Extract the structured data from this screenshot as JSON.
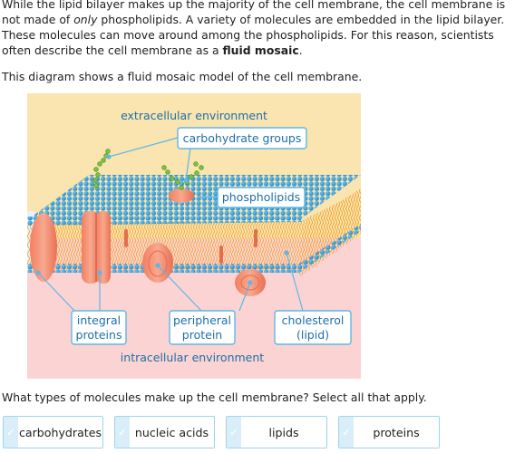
{
  "intro": {
    "p1_a": "While the lipid bilayer makes up the majority of the cell membrane, the cell membrane is not made of ",
    "p1_em": "only",
    "p1_b": " phospholipids. A variety of molecules are embedded in the lipid bilayer. These molecules can move around among the phospholipids. For this reason, scientists often describe the cell membrane as a ",
    "p1_strong": "fluid mosaic",
    "p1_c": ".",
    "p2": "This diagram shows a fluid mosaic model of the cell membrane."
  },
  "diagram": {
    "top_label": "extracellular environment",
    "bottom_label": "intracellular environment",
    "callouts": {
      "carbohydrate": "carbohydrate groups",
      "phospholipids": "phospholipids",
      "integral_1": "integral",
      "integral_2": "proteins",
      "peripheral_1": "peripheral",
      "peripheral_2": "protein",
      "cholesterol_1": "cholesterol",
      "cholesterol_2": "(lipid)"
    },
    "colors": {
      "extracellular": "#fae4b0",
      "intracellular": "#fbd3d3",
      "head": "#2a9ad6",
      "tail": "#f2a533",
      "protein": "#f2957a",
      "carb": "#7cc23d",
      "callout_border": "#5eb7e8",
      "label_text": "#1e6fa8"
    }
  },
  "question": "What types of molecules make up the cell membrane? Select all that apply.",
  "choices": [
    {
      "label": "carbohydrates",
      "icon": "check-icon"
    },
    {
      "label": "nucleic acids",
      "icon": "check-icon"
    },
    {
      "label": "lipids",
      "icon": "check-icon"
    },
    {
      "label": "proteins",
      "icon": "check-icon"
    }
  ]
}
